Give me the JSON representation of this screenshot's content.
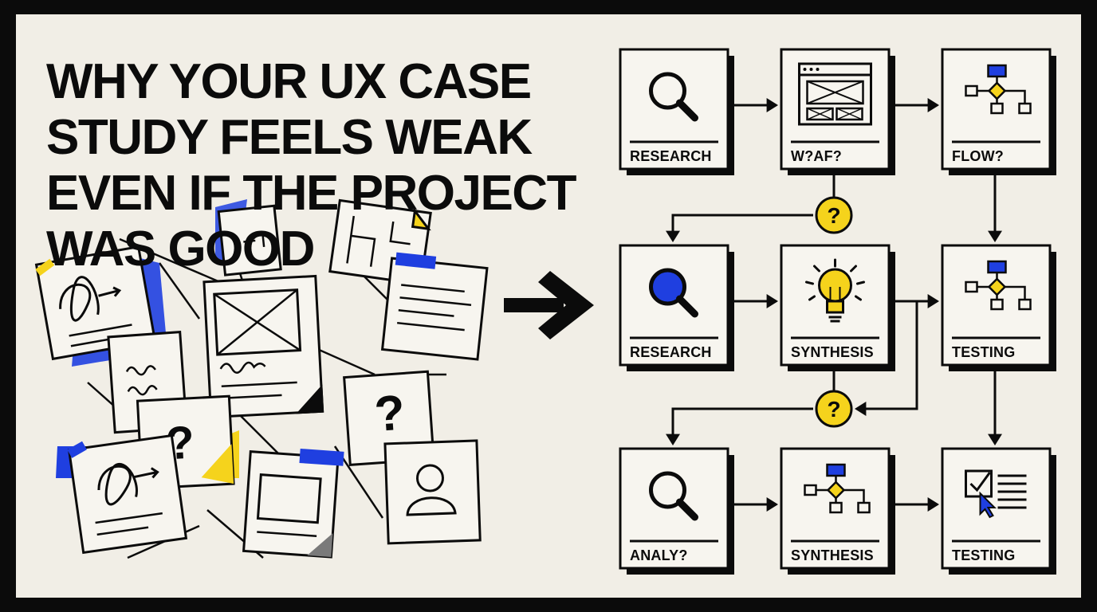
{
  "headline": {
    "line1": "WHY YOUR UX CASE",
    "line2": "STUDY FEELS WEAK",
    "line3": "EVEN IF THE PROJECT",
    "line4": "WAS GOOD"
  },
  "colors": {
    "background": "#f1eee6",
    "ink": "#0b0b0b",
    "blue": "#1f3fe0",
    "yellow": "#f5d31c"
  },
  "process_cards": [
    {
      "label": "RESEARCH",
      "icon": "magnifier-icon"
    },
    {
      "label": "W?AF?",
      "icon": "wireframe-icon"
    },
    {
      "label": "FLOW?",
      "icon": "flowchart-icon"
    },
    {
      "label": "RESEARCH",
      "icon": "magnifier-filled-icon"
    },
    {
      "label": "SYNTHESIS",
      "icon": "lightbulb-icon"
    },
    {
      "label": "TESTING",
      "icon": "flowchart-icon"
    },
    {
      "label": "ANALY?",
      "icon": "magnifier-icon"
    },
    {
      "label": "SYNTHESIS",
      "icon": "flowchart-icon"
    },
    {
      "label": "TESTING",
      "icon": "checklist-cursor-icon"
    }
  ],
  "question_marks": [
    "?",
    "?"
  ],
  "scattered_notes": {
    "question_glyph": "?"
  }
}
